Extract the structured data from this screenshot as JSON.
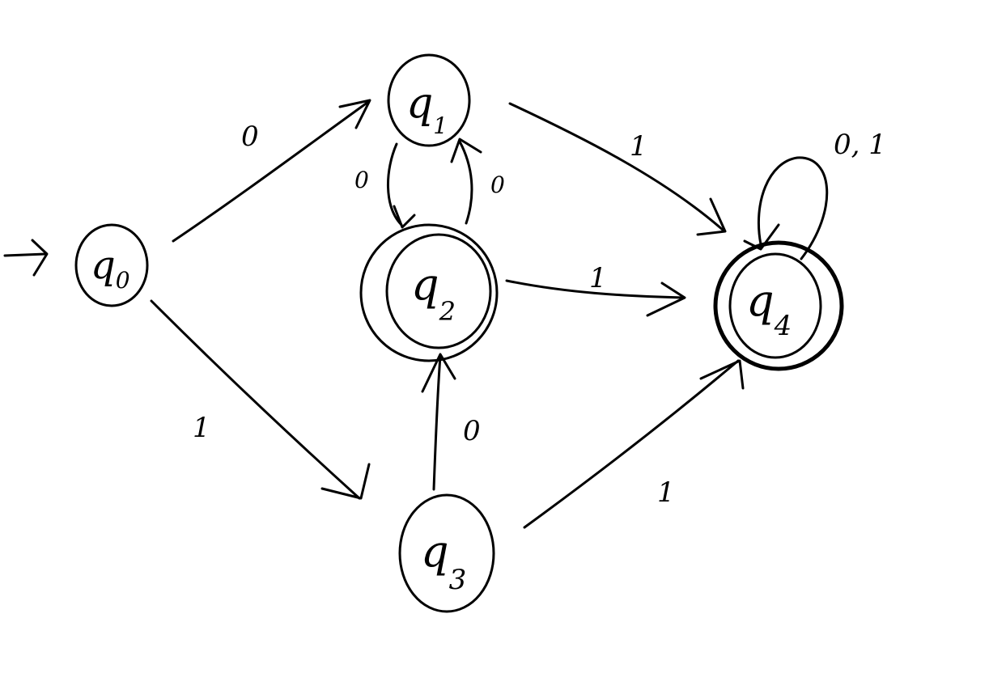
{
  "diagram": {
    "start_arrow": true,
    "states": [
      {
        "id": "q0",
        "letter": "q",
        "subscript": "0",
        "accepting": false,
        "start": true
      },
      {
        "id": "q1",
        "letter": "q",
        "subscript": "1",
        "accepting": false,
        "start": false
      },
      {
        "id": "q2",
        "letter": "q",
        "subscript": "2",
        "accepting": true,
        "start": false
      },
      {
        "id": "q3",
        "letter": "q",
        "subscript": "3",
        "accepting": false,
        "start": false
      },
      {
        "id": "q4",
        "letter": "q",
        "subscript": "4",
        "accepting": true,
        "start": false
      }
    ],
    "transitions": [
      {
        "from": "q0",
        "to": "q1",
        "label": "0"
      },
      {
        "from": "q0",
        "to": "q3",
        "label": "1"
      },
      {
        "from": "q1",
        "to": "q2",
        "label": "0"
      },
      {
        "from": "q2",
        "to": "q1",
        "label": "0"
      },
      {
        "from": "q1",
        "to": "q4",
        "label": "1"
      },
      {
        "from": "q2",
        "to": "q4",
        "label": "1"
      },
      {
        "from": "q3",
        "to": "q2",
        "label": "0"
      },
      {
        "from": "q3",
        "to": "q4",
        "label": "1"
      },
      {
        "from": "q4",
        "to": "q4",
        "label": "0, 1"
      }
    ]
  }
}
